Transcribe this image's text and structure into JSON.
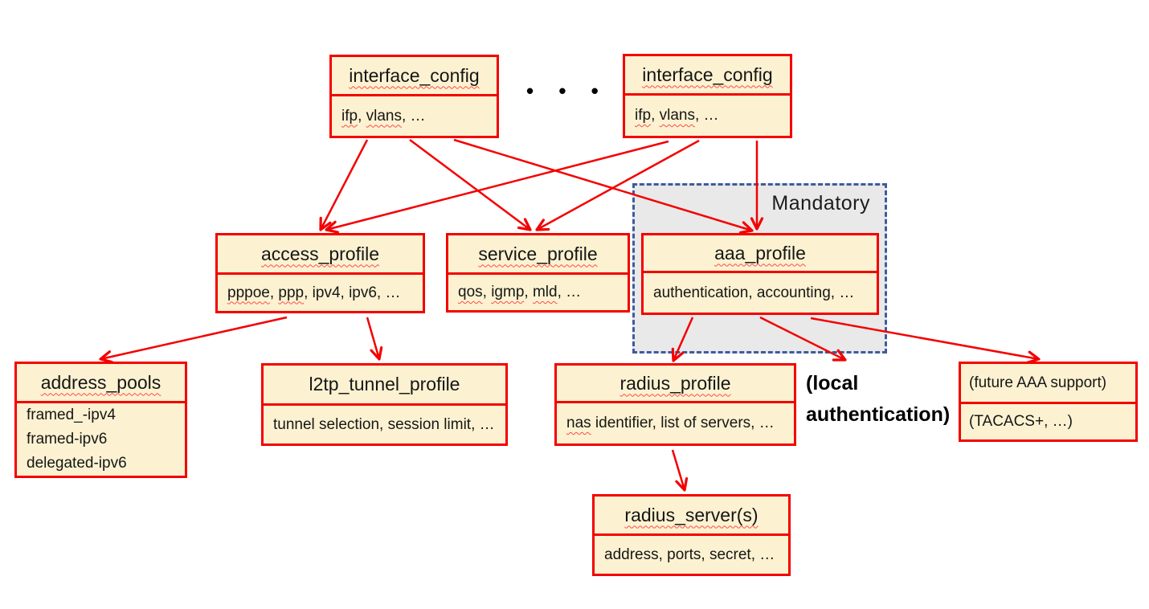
{
  "diagram": {
    "dots": "• • •",
    "mandatory_label": "Mandatory",
    "local_auth_note": {
      "line1": "(local",
      "line2": "authentication)"
    }
  },
  "boxes": {
    "interface_config_left": {
      "title": "interface_config",
      "body": [
        [
          {
            "t": "ifp",
            "sq": true
          },
          {
            "t": ", "
          },
          {
            "t": "vlans",
            "sq": true
          },
          {
            "t": ", …"
          }
        ]
      ]
    },
    "interface_config_right": {
      "title": "interface_config",
      "body": [
        [
          {
            "t": "ifp",
            "sq": true
          },
          {
            "t": ", "
          },
          {
            "t": "vlans",
            "sq": true
          },
          {
            "t": ", …"
          }
        ]
      ]
    },
    "access_profile": {
      "title": "access_profile",
      "body": [
        [
          {
            "t": "pppoe",
            "sq": true
          },
          {
            "t": ", "
          },
          {
            "t": "ppp",
            "sq": true
          },
          {
            "t": ", ipv4, ipv6, …"
          }
        ]
      ]
    },
    "service_profile": {
      "title": "service_profile",
      "body": [
        [
          {
            "t": "qos",
            "sq": true
          },
          {
            "t": ", "
          },
          {
            "t": "igmp",
            "sq": true
          },
          {
            "t": ", "
          },
          {
            "t": "mld",
            "sq": true
          },
          {
            "t": ", …"
          }
        ]
      ]
    },
    "aaa_profile": {
      "title": "aaa_profile",
      "body": [
        [
          {
            "t": "authentication, accounting, …"
          }
        ]
      ]
    },
    "address_pools": {
      "title": "address_pools",
      "body": [
        [
          {
            "t": "framed_-ipv4"
          }
        ],
        [
          {
            "t": "framed-ipv6"
          }
        ],
        [
          {
            "t": "delegated-ipv6"
          }
        ]
      ]
    },
    "l2tp_tunnel_profile": {
      "title": "l2tp_tunnel_profile",
      "body": [
        [
          {
            "t": "tunnel selection, session limit, …"
          }
        ]
      ]
    },
    "radius_profile": {
      "title": "radius_profile",
      "body": [
        [
          {
            "t": "nas",
            "sq": true
          },
          {
            "t": " identifier, list of servers, …"
          }
        ]
      ]
    },
    "future_aaa": {
      "title": "(future AAA support)",
      "body": [
        [
          {
            "t": "(TACACS+, …)"
          }
        ]
      ]
    },
    "radius_servers": {
      "title": "radius_server(s)",
      "body": [
        [
          {
            "t": "address, ports, secret, …"
          }
        ]
      ]
    }
  },
  "colors": {
    "box_fill": "#fcf2d1",
    "box_border": "#f40000",
    "arrow": "#f40000",
    "squiggle": "#ff4a4a",
    "mandatory_fill": "#e9e9e9",
    "mandatory_border": "#3d5c9e"
  }
}
